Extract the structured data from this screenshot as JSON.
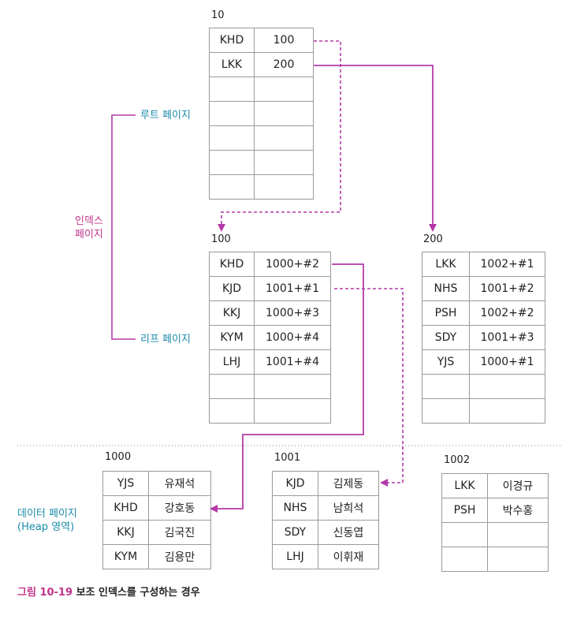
{
  "labels": {
    "root_page": "루트 페이지",
    "index_page_line1": "인덱스",
    "index_page_line2": "페이지",
    "leaf_page": "리프 페이지",
    "data_page_line1": "데이터 페이지",
    "data_page_line2": "(Heap 영역)"
  },
  "caption": {
    "number": "그림 10-19",
    "text": "보조 인덱스를 구성하는 경우"
  },
  "colors": {
    "arrow": "#b43aa8",
    "teal_label": "#1a8aa8",
    "pink_label": "#c0338a"
  },
  "pages": {
    "root": {
      "id": "10",
      "rows": [
        [
          "KHD",
          "100"
        ],
        [
          "LKK",
          "200"
        ],
        [
          "",
          ""
        ],
        [
          "",
          ""
        ],
        [
          "",
          ""
        ],
        [
          "",
          ""
        ],
        [
          "",
          ""
        ]
      ]
    },
    "leaf_100": {
      "id": "100",
      "rows": [
        [
          "KHD",
          "1000+#2"
        ],
        [
          "KJD",
          "1001+#1"
        ],
        [
          "KKJ",
          "1000+#3"
        ],
        [
          "KYM",
          "1000+#4"
        ],
        [
          "LHJ",
          "1001+#4"
        ],
        [
          "",
          ""
        ],
        [
          "",
          ""
        ]
      ]
    },
    "leaf_200": {
      "id": "200",
      "rows": [
        [
          "LKK",
          "1002+#1"
        ],
        [
          "NHS",
          "1001+#2"
        ],
        [
          "PSH",
          "1002+#2"
        ],
        [
          "SDY",
          "1001+#3"
        ],
        [
          "YJS",
          "1000+#1"
        ],
        [
          "",
          ""
        ],
        [
          "",
          ""
        ]
      ]
    },
    "data_1000": {
      "id": "1000",
      "rows": [
        [
          "YJS",
          "유재석"
        ],
        [
          "KHD",
          "강호동"
        ],
        [
          "KKJ",
          "김국진"
        ],
        [
          "KYM",
          "김용만"
        ]
      ]
    },
    "data_1001": {
      "id": "1001",
      "rows": [
        [
          "KJD",
          "김제동"
        ],
        [
          "NHS",
          "남희석"
        ],
        [
          "SDY",
          "신동엽"
        ],
        [
          "LHJ",
          "이휘재"
        ]
      ]
    },
    "data_1002": {
      "id": "1002",
      "rows": [
        [
          "LKK",
          "이경규"
        ],
        [
          "PSH",
          "박수홍"
        ],
        [
          "",
          ""
        ],
        [
          "",
          ""
        ]
      ]
    }
  }
}
